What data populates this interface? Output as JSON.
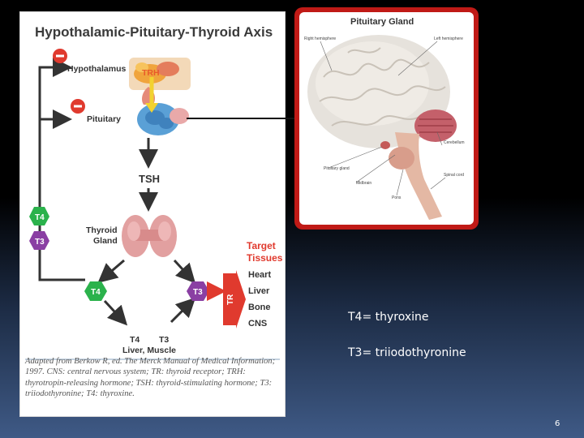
{
  "diagram": {
    "title": "Hypothalamic-Pituitary-Thyroid Axis",
    "hypothalamus": "Hypothalamus",
    "trh": "TRH",
    "pituitary": "Pituitary",
    "tsh": "TSH",
    "thyroid_line1": "Thyroid",
    "thyroid_line2": "Gland",
    "t4": "T4",
    "t3": "T3",
    "tr": "TR",
    "target_line1": "Target",
    "target_line2": "Tissues",
    "tissues": [
      "Heart",
      "Liver",
      "Bone",
      "CNS"
    ],
    "sites_t4": "T4",
    "sites_t3": "T3",
    "sites_label": "Liver, Muscle",
    "minus": "−",
    "caption": "Adapted from Berkow R, ed. The Merck Manual of Medical Information; 1997. CNS: central nervous system; TR: thyroid receptor; TRH: thyrotropin-releasing hormone; TSH: thyroid-stimulating hormone; T3: triiodothyronine; T4: thyroxine."
  },
  "brain": {
    "title": "Pituitary Gland",
    "right_hemisphere": "Right hemisphere",
    "left_hemisphere": "Left hemisphere",
    "cerebellum": "Cerebellum",
    "pituitary_gland": "Pituitary gland",
    "midbrain": "Midbrain",
    "pons": "Pons",
    "spinal_cord": "Spinal cord"
  },
  "notes": {
    "t4": "T4= thyroxine",
    "t3": "T3= triiodothyronine"
  },
  "slide_number": "6"
}
